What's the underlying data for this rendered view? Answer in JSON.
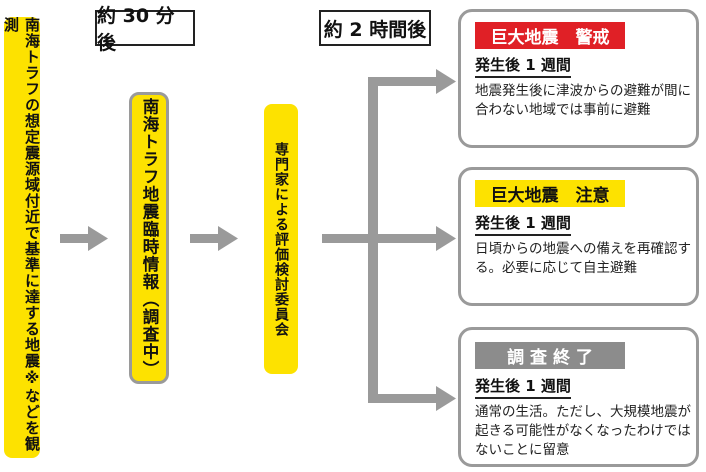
{
  "observation": {
    "text": "南海トラフの想定震源域付近で基準に達する地震※などを観測"
  },
  "time_labels": {
    "t30": "約 30 分後",
    "t2h": "約 2 時間後"
  },
  "info_box": {
    "text": "南海トラフ地震臨時情報（調査中）"
  },
  "committee": {
    "text": "専門家による評価検討委員会"
  },
  "outcomes": [
    {
      "badge": "巨大地震　警戒",
      "badge_bg": "#e02026",
      "badge_fg": "#ffffff",
      "period": "発生後 1 週間",
      "description": "地震発生後に津波からの避難が間に合わない地域では事前に避難"
    },
    {
      "badge": "巨大地震　注意",
      "badge_bg": "#fde200",
      "badge_fg": "#111111",
      "period": "発生後 1 週間",
      "description": "日頃からの地震への備えを再確認する。必要に応じて自主避難"
    },
    {
      "badge": "調 査 終 了",
      "badge_bg": "#8c8c8c",
      "badge_fg": "#ffffff",
      "period": "発生後 1 週間",
      "description": "通常の生活。ただし、大規模地震が起きる可能性がなくなったわけではないことに留意"
    }
  ],
  "colors": {
    "yellow": "#fde200",
    "arrow": "#9a9a9a",
    "card_border": "#9a9a9a"
  }
}
